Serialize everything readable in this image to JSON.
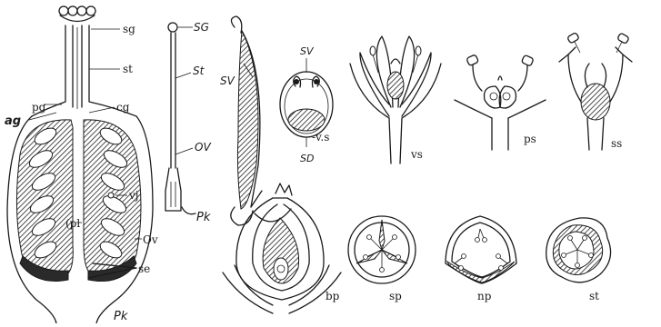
{
  "figure_a": {
    "labels": {
      "sg": "sg",
      "st": "st",
      "pg": "pg",
      "ag": "ag",
      "cg": "cg",
      "vj": "vj",
      "pl": "(pl",
      "ov": "Ov",
      "se": "se",
      "pk": "Pk"
    }
  },
  "figure_b": {
    "labels": {
      "sg": "SG",
      "st": "St",
      "ov": "OV",
      "pk": "Pk",
      "sv": "SV"
    }
  },
  "figure_c": {
    "labels": {
      "sv": "SV",
      "sd": "SD",
      "vs_side": "-v.s"
    }
  },
  "figure_flowers": {
    "labels": {
      "vs": "vs",
      "ps": "ps",
      "ss": "ss"
    }
  },
  "figure_ovaries": {
    "labels": {
      "bp": "bp",
      "sp": "sp",
      "np": "np",
      "st": "st"
    }
  }
}
